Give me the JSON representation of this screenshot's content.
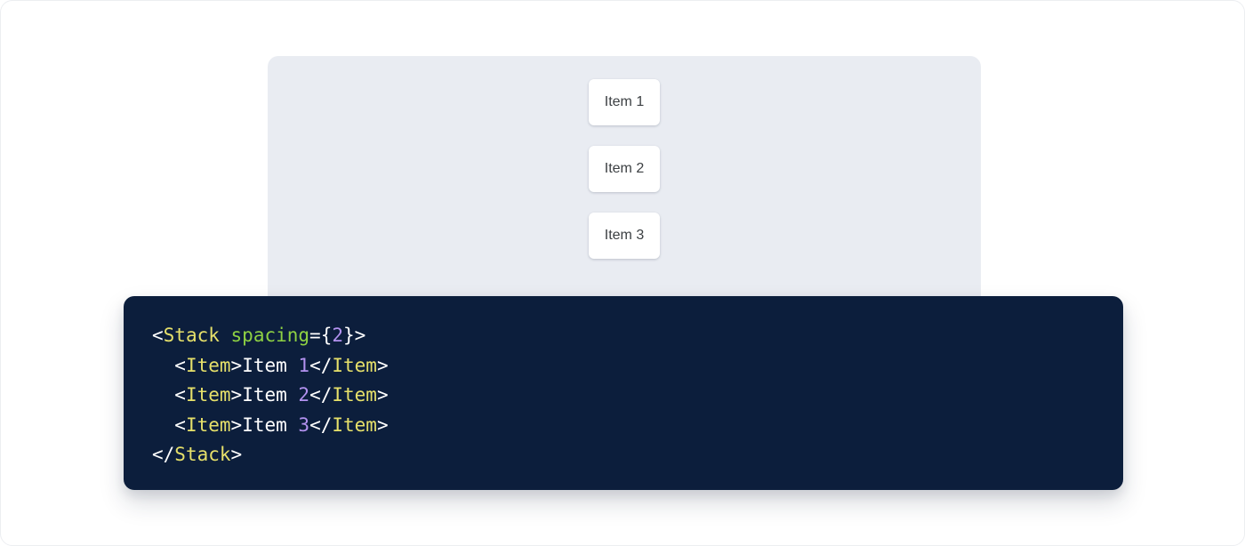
{
  "preview": {
    "panel_bg": "#e9ecf2",
    "items": [
      {
        "label": "Item 1"
      },
      {
        "label": "Item 2"
      },
      {
        "label": "Item 3"
      }
    ]
  },
  "code": {
    "background": "#0c1e3c",
    "language": "jsx",
    "raw": "<Stack spacing={2}>\n  <Item>Item 1</Item>\n  <Item>Item 2</Item>\n  <Item>Item 3</Item>\n</Stack>",
    "colors": {
      "punctuation": "#ffffff",
      "tag": "#e6e06a",
      "attribute": "#8ed143",
      "number": "#b392f0",
      "text": "#ffffff"
    },
    "lines": [
      {
        "indent": "",
        "tokens": [
          {
            "t": "punct",
            "v": "<"
          },
          {
            "t": "tag",
            "v": "Stack"
          },
          {
            "t": "text",
            "v": " "
          },
          {
            "t": "attr",
            "v": "spacing"
          },
          {
            "t": "punct",
            "v": "={"
          },
          {
            "t": "num",
            "v": "2"
          },
          {
            "t": "punct",
            "v": "}>"
          }
        ]
      },
      {
        "indent": "  ",
        "tokens": [
          {
            "t": "punct",
            "v": "<"
          },
          {
            "t": "tag",
            "v": "Item"
          },
          {
            "t": "punct",
            "v": ">"
          },
          {
            "t": "text",
            "v": "Item "
          },
          {
            "t": "num",
            "v": "1"
          },
          {
            "t": "punct",
            "v": "</"
          },
          {
            "t": "tag",
            "v": "Item"
          },
          {
            "t": "punct",
            "v": ">"
          }
        ]
      },
      {
        "indent": "  ",
        "tokens": [
          {
            "t": "punct",
            "v": "<"
          },
          {
            "t": "tag",
            "v": "Item"
          },
          {
            "t": "punct",
            "v": ">"
          },
          {
            "t": "text",
            "v": "Item "
          },
          {
            "t": "num",
            "v": "2"
          },
          {
            "t": "punct",
            "v": "</"
          },
          {
            "t": "tag",
            "v": "Item"
          },
          {
            "t": "punct",
            "v": ">"
          }
        ]
      },
      {
        "indent": "  ",
        "tokens": [
          {
            "t": "punct",
            "v": "<"
          },
          {
            "t": "tag",
            "v": "Item"
          },
          {
            "t": "punct",
            "v": ">"
          },
          {
            "t": "text",
            "v": "Item "
          },
          {
            "t": "num",
            "v": "3"
          },
          {
            "t": "punct",
            "v": "</"
          },
          {
            "t": "tag",
            "v": "Item"
          },
          {
            "t": "punct",
            "v": ">"
          }
        ]
      },
      {
        "indent": "",
        "tokens": [
          {
            "t": "punct",
            "v": "</"
          },
          {
            "t": "tag",
            "v": "Stack"
          },
          {
            "t": "punct",
            "v": ">"
          }
        ]
      }
    ]
  }
}
